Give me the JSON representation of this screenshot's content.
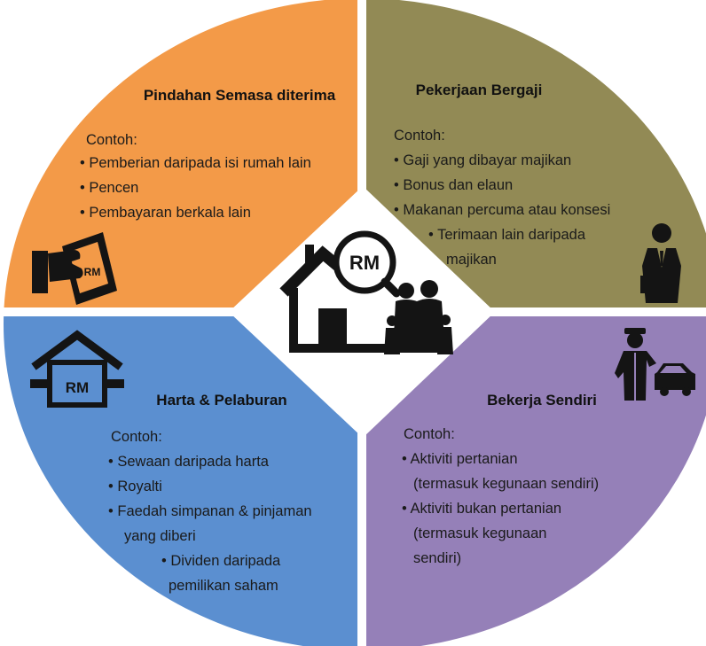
{
  "center": {
    "coin_label": "RM"
  },
  "colors": {
    "top_left": "#F39A48",
    "top_right": "#928A55",
    "bottom_left": "#5B8FD0",
    "bottom_right": "#9580B8",
    "icon": "#141414"
  },
  "quadrants": {
    "top_left": {
      "title": "Pindahan Semasa diterima",
      "example_label": "Contoh:",
      "items": [
        "• Pemberian daripada isi  rumah lain",
        "• Pencen",
        "• Pembayaran berkala lain"
      ],
      "icon": "hand-giving-money-icon",
      "icon_label": "RM"
    },
    "top_right": {
      "title": "Pekerjaan Bergaji",
      "example_label": "Contoh:",
      "items": [
        "• Gaji yang dibayar majikan",
        "• Bonus dan elaun",
        "• Makanan percuma atau konsesi",
        "• Terimaan lain daripada",
        "majikan"
      ],
      "icon": "businessman-icon"
    },
    "bottom_left": {
      "title": "Harta & Pelaburan",
      "example_label": "Contoh:",
      "items": [
        "• Sewaan daripada harta",
        "• Royalti",
        "• Faedah simpanan & pinjaman",
        "yang diberi",
        "• Dividen daripada",
        "pemilikan saham"
      ],
      "icon": "house-with-money-icon",
      "icon_label": "RM"
    },
    "bottom_right": {
      "title": "Bekerja Sendiri",
      "example_label": "Contoh:",
      "items": [
        "• Aktiviti pertanian",
        "(termasuk kegunaan sendiri)",
        "• Aktiviti bukan pertanian",
        "(termasuk kegunaan",
        "sendiri)"
      ],
      "icon": "mechanic-with-car-icon"
    }
  }
}
